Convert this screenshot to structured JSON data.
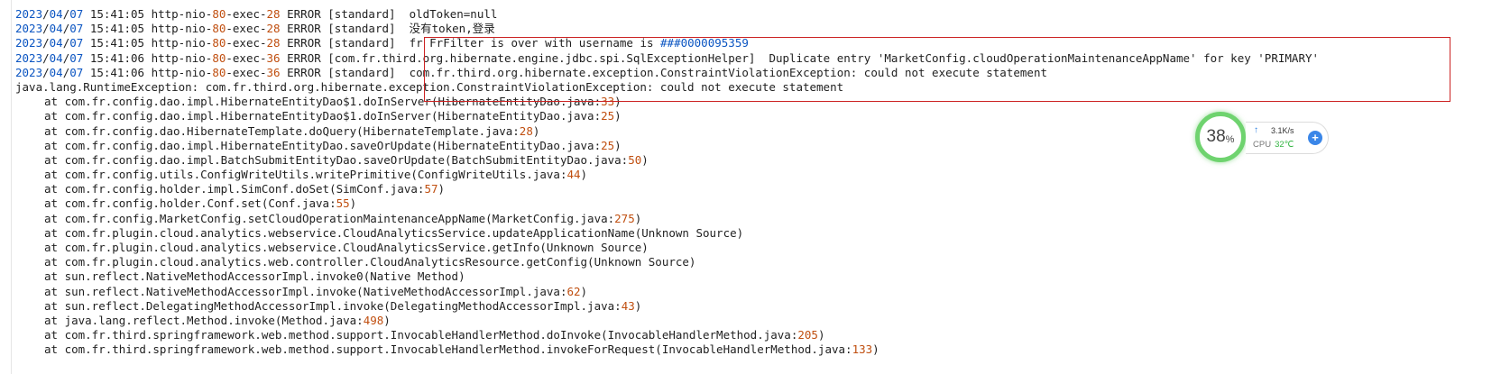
{
  "log_header_lines": [
    {
      "y": "2023",
      "mo": "04",
      "d": "07",
      "t": "15:41:05",
      "th_pre": "http-nio-",
      "th_num1": "80",
      "th_mid": "-exec-",
      "th_num2": "28",
      "rest": " ERROR [standard]  oldToken=null"
    },
    {
      "y": "2023",
      "mo": "04",
      "d": "07",
      "t": "15:41:05",
      "th_pre": "http-nio-",
      "th_num1": "80",
      "th_mid": "-exec-",
      "th_num2": "28",
      "rest": " ERROR [standard]  没有token,登录"
    },
    {
      "y": "2023",
      "mo": "04",
      "d": "07",
      "t": "15:41:05",
      "th_pre": "http-nio-",
      "th_num1": "80",
      "th_mid": "-exec-",
      "th_num2": "28",
      "rest": " ERROR [standard]  fr FrFilter is over with username is ",
      "suffix": "###0000095359"
    },
    {
      "y": "2023",
      "mo": "04",
      "d": "07",
      "t": "15:41:06",
      "th_pre": "http-nio-",
      "th_num1": "80",
      "th_mid": "-exec-",
      "th_num2": "36",
      "rest": " ERROR [com.fr.third.org.hibernate.engine.jdbc.spi.SqlExceptionHelper]  Duplicate entry 'MarketConfig.cloudOperationMaintenanceAppName' for key 'PRIMARY'"
    },
    {
      "y": "2023",
      "mo": "04",
      "d": "07",
      "t": "15:41:06",
      "th_pre": "http-nio-",
      "th_num1": "80",
      "th_mid": "-exec-",
      "th_num2": "36",
      "rest": " ERROR [standard]  com.fr.third.org.hibernate.exception.ConstraintViolationException: could not execute statement"
    }
  ],
  "exception_line": "java.lang.RuntimeException: com.fr.third.org.hibernate.exception.ConstraintViolationException: could not execute statement",
  "stack_frames": [
    {
      "a": "at com.fr.config.dao.impl.HibernateEntityDao$1.doInServer(HibernateEntityDao.java:",
      "n": "33",
      "b": ")"
    },
    {
      "a": "at com.fr.config.dao.impl.HibernateEntityDao$1.doInServer(HibernateEntityDao.java:",
      "n": "25",
      "b": ")"
    },
    {
      "a": "at com.fr.config.dao.HibernateTemplate.doQuery(HibernateTemplate.java:",
      "n": "28",
      "b": ")"
    },
    {
      "a": "at com.fr.config.dao.impl.HibernateEntityDao.saveOrUpdate(HibernateEntityDao.java:",
      "n": "25",
      "b": ")"
    },
    {
      "a": "at com.fr.config.dao.impl.BatchSubmitEntityDao.saveOrUpdate(BatchSubmitEntityDao.java:",
      "n": "50",
      "b": ")"
    },
    {
      "a": "at com.fr.config.utils.ConfigWriteUtils.writePrimitive(ConfigWriteUtils.java:",
      "n": "44",
      "b": ")"
    },
    {
      "a": "at com.fr.config.holder.impl.SimConf.doSet(SimConf.java:",
      "n": "57",
      "b": ")"
    },
    {
      "a": "at com.fr.config.holder.Conf.set(Conf.java:",
      "n": "55",
      "b": ")"
    },
    {
      "a": "at com.fr.config.MarketConfig.setCloudOperationMaintenanceAppName(MarketConfig.java:",
      "n": "275",
      "b": ")"
    },
    {
      "a": "at com.fr.plugin.cloud.analytics.webservice.CloudAnalyticsService.updateApplicationName(Unknown Source)"
    },
    {
      "a": "at com.fr.plugin.cloud.analytics.webservice.CloudAnalyticsService.getInfo(Unknown Source)"
    },
    {
      "a": "at com.fr.plugin.cloud.analytics.web.controller.CloudAnalyticsResource.getConfig(Unknown Source)"
    },
    {
      "a": "at sun.reflect.NativeMethodAccessorImpl.invoke0(Native Method)"
    },
    {
      "a": "at sun.reflect.NativeMethodAccessorImpl.invoke(NativeMethodAccessorImpl.java:",
      "n": "62",
      "b": ")"
    },
    {
      "a": "at sun.reflect.DelegatingMethodAccessorImpl.invoke(DelegatingMethodAccessorImpl.java:",
      "n": "43",
      "b": ")"
    },
    {
      "a": "at java.lang.reflect.Method.invoke(Method.java:",
      "n": "498",
      "b": ")"
    },
    {
      "a": "at com.fr.third.springframework.web.method.support.InvocableHandlerMethod.doInvoke(InvocableHandlerMethod.java:",
      "n": "205",
      "b": ")"
    },
    {
      "a": "at com.fr.third.springframework.web.method.support.InvocableHandlerMethod.invokeForRequest(InvocableHandlerMethod.java:",
      "n": "133",
      "b": ")"
    }
  ],
  "widget": {
    "cpu_percent": "38",
    "percent_sign": "%",
    "up_arrow": "↑",
    "net_speed": "3.1K/s",
    "cpu_label": "CPU",
    "cpu_temp": "32℃",
    "plus": "+"
  },
  "colors": {
    "number": "#0b55c2",
    "highlight": "#c04f10",
    "box": "#cc2222",
    "ring": "#6fd36f"
  }
}
